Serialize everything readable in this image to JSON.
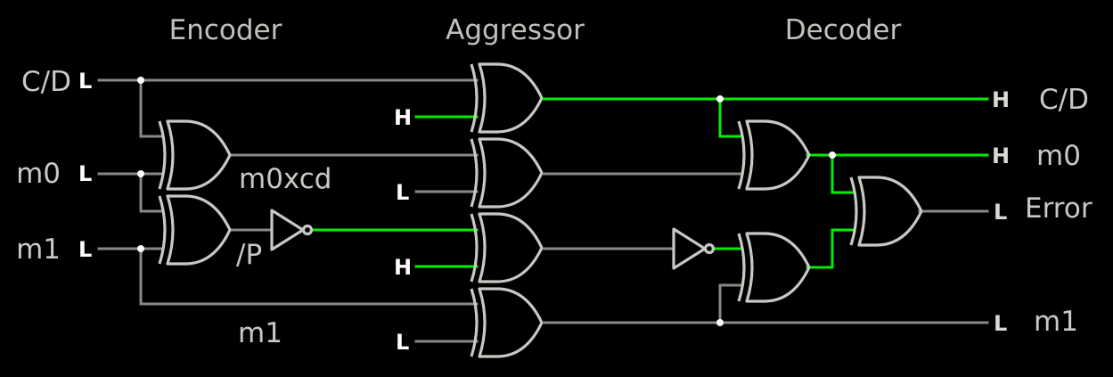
{
  "sections": {
    "encoder": "Encoder",
    "aggressor": "Aggressor",
    "decoder": "Decoder"
  },
  "inputs": [
    {
      "name": "C/D",
      "level": "L"
    },
    {
      "name": "m0",
      "level": "L"
    },
    {
      "name": "m1",
      "level": "L"
    }
  ],
  "internal_labels": {
    "m0xcd": "m0xcd",
    "parity": "/P",
    "m1": "m1"
  },
  "aggressor_constants": [
    "H",
    "L",
    "H",
    "L"
  ],
  "outputs": [
    {
      "name": "C/D",
      "level": "H"
    },
    {
      "name": "m0",
      "level": "H"
    },
    {
      "name": "Error",
      "level": "L"
    },
    {
      "name": "m1",
      "level": "L"
    }
  ],
  "colors": {
    "wire_low": "#888884",
    "wire_high": "#00ee00",
    "gate": "#c8c8c4",
    "junction": "#ffffff",
    "background": "#000000"
  }
}
